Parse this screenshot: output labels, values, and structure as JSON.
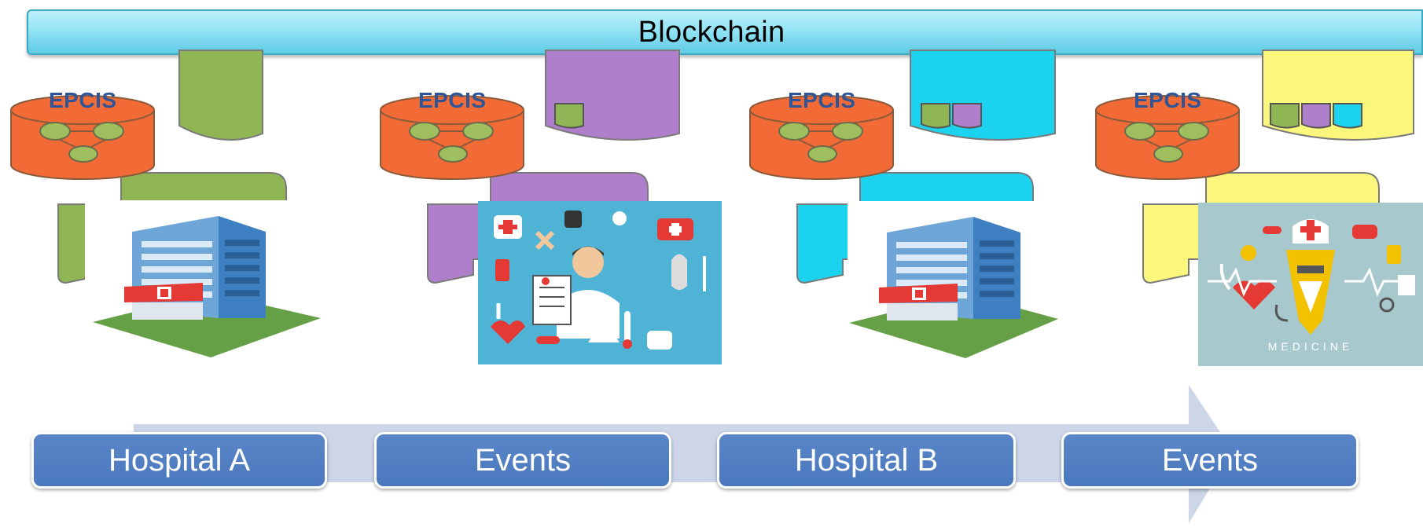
{
  "banner": {
    "title": "Blockchain"
  },
  "panels": [
    {
      "epcis_label": "EPCIS",
      "document_color": "#8fb555",
      "block_colors": [],
      "picture": "hospital-building"
    },
    {
      "epcis_label": "EPCIS",
      "document_color": "#b07fcb",
      "block_colors": [
        "#8fb555"
      ],
      "picture": "medical-icons-collage"
    },
    {
      "epcis_label": "EPCIS",
      "document_color": "#1cd3ef",
      "block_colors": [
        "#8fb555",
        "#b07fcb"
      ],
      "picture": "hospital-building"
    },
    {
      "epcis_label": "EPCIS",
      "document_color": "#fbf77c",
      "block_colors": [
        "#8fb555",
        "#b07fcb",
        "#1cd3ef"
      ],
      "picture": "medicine-collage"
    }
  ],
  "medicine_caption": "MEDICINE",
  "timeline": {
    "stages": [
      {
        "label": "Hospital A"
      },
      {
        "label": "Events"
      },
      {
        "label": "Hospital B"
      },
      {
        "label": "Events"
      }
    ]
  },
  "colors": {
    "database": "#f26b36",
    "stage_box": "#4f7ec3",
    "arrow": "#ccd6e8",
    "banner": "#93e4f5"
  }
}
